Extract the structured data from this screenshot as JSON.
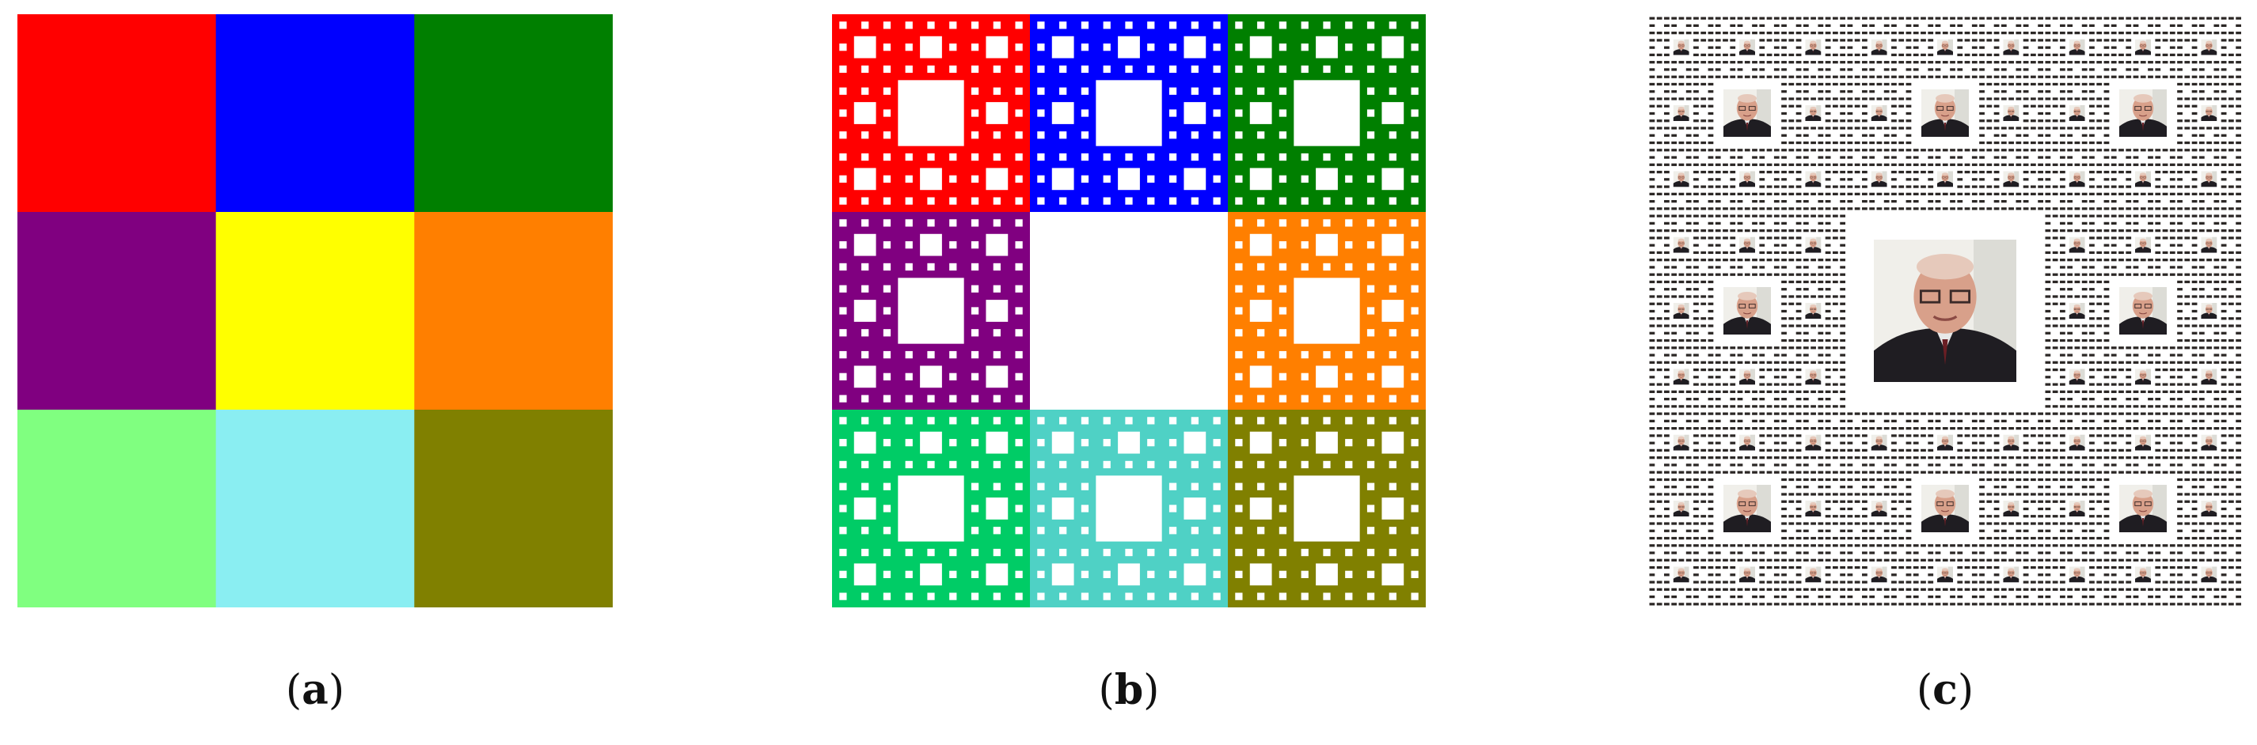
{
  "panels": [
    {
      "id": "a",
      "caption": "a",
      "colors": [
        "#ff0000",
        "#0000ff",
        "#007f00",
        "#800080",
        "#ffff00",
        "#ff7f00",
        "#80ff80",
        "#8aeef2",
        "#808000"
      ]
    },
    {
      "id": "b",
      "caption": "b",
      "colors": [
        "#ff0000",
        "#0000ff",
        "#007f00",
        "#800080",
        null,
        "#ff7f00",
        "#00cc66",
        "#4fd1c5",
        "#808000"
      ]
    },
    {
      "id": "c",
      "caption": "c"
    }
  ]
}
